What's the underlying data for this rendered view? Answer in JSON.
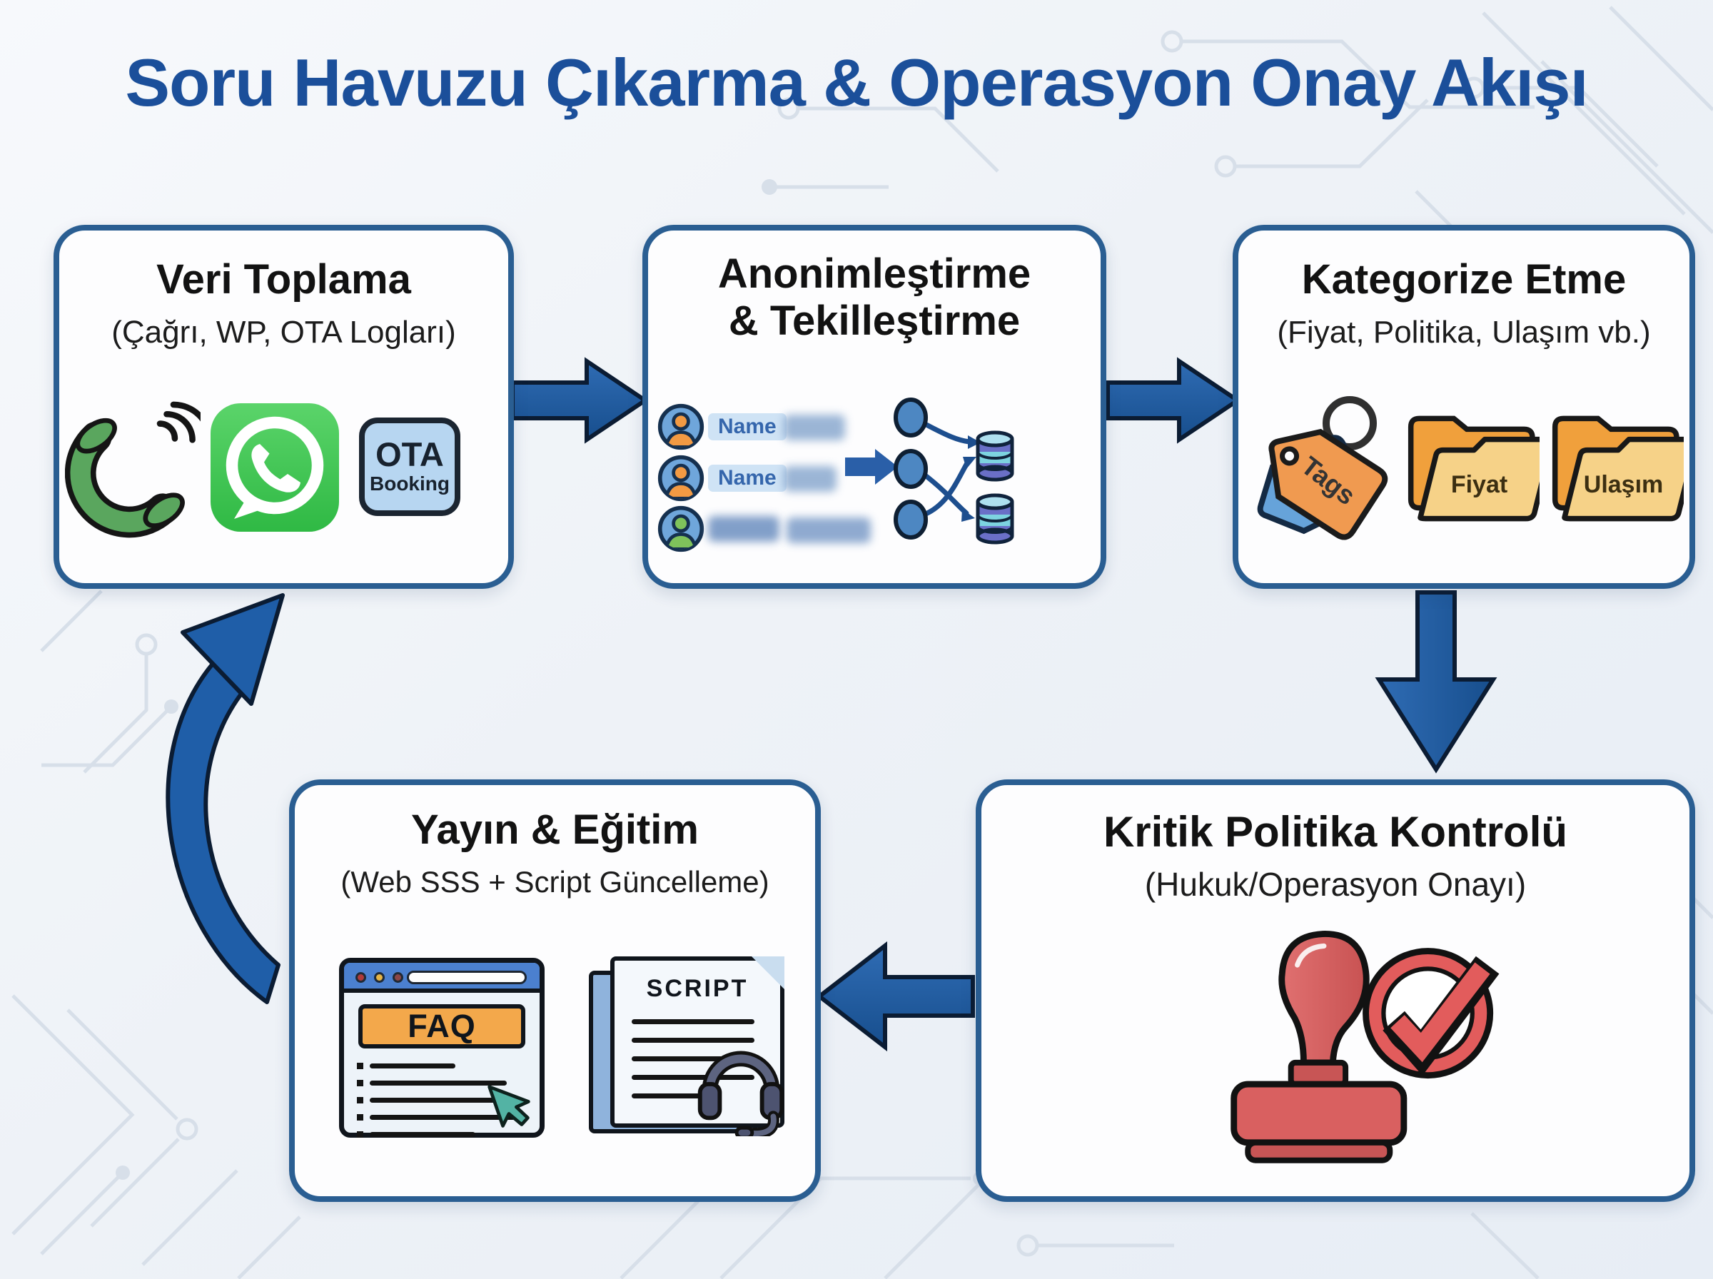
{
  "page": {
    "title": "Soru Havuzu Çıkarma & Operasyon Onay Akışı"
  },
  "boxes": {
    "veri_toplama": {
      "title": "Veri Toplama",
      "subtitle": "(Çağrı, WP, OTA Logları)",
      "ota_title": "OTA",
      "ota_subtitle": "Booking"
    },
    "anonimlestirme": {
      "title_line1": "Anonimleştirme",
      "title_line2": "& Tekilleştirme",
      "row1_label": "Name",
      "row2_label": "Name"
    },
    "kategorize": {
      "title": "Kategorize Etme",
      "subtitle": "(Fiyat, Politika, Ulaşım vb.)",
      "tags_label": "Tags",
      "folder1_label": "Fiyat",
      "folder2_label": "Ulaşım"
    },
    "kritik": {
      "title": "Kritik Politika Kontrolü",
      "subtitle": "(Hukuk/Operasyon Onayı)"
    },
    "yayin": {
      "title": "Yayın & Eğitim",
      "subtitle": "(Web SSS + Script Güncelleme)",
      "faq_label": "FAQ",
      "script_label": "SCRIPT"
    }
  },
  "icons": {
    "phone": "green-phone-handset-with-signal-waves",
    "whatsapp": "whatsapp-logo",
    "ota": "ota-booking-badge",
    "avatars": [
      "person-orange",
      "person-orange",
      "person-green"
    ],
    "anonymize_cluster": "nodes-to-database-cylinders",
    "tags": "price-tags-with-ring",
    "folders": "open-folders",
    "stamp": "red-approval-stamp",
    "check": "red-check-mark-circle",
    "faq_browser": "browser-window-with-faq-banner-and-cursor",
    "script_doc": "script-document-with-headset"
  },
  "colors": {
    "title_blue": "#1b4f9a",
    "box_border_blue": "#2a5e92",
    "arrow_blue": "#1f5ea8",
    "whatsapp_green": "#3fc84f",
    "phone_green": "#5aa65e",
    "ota_blue": "#b7d6f1",
    "tag_orange": "#f09a50",
    "tag_blue": "#66a3da",
    "folder_orange": "#f0a03c",
    "folder_front_yellow": "#f6d288",
    "stamp_red": "#d96060",
    "check_red": "#e25c5c",
    "db_purple": "#6a6fc7",
    "db_teal": "#7dd3e0",
    "faq_orange": "#f3a84b",
    "cursor_teal": "#53b3a4",
    "background": "#eef2f7"
  }
}
